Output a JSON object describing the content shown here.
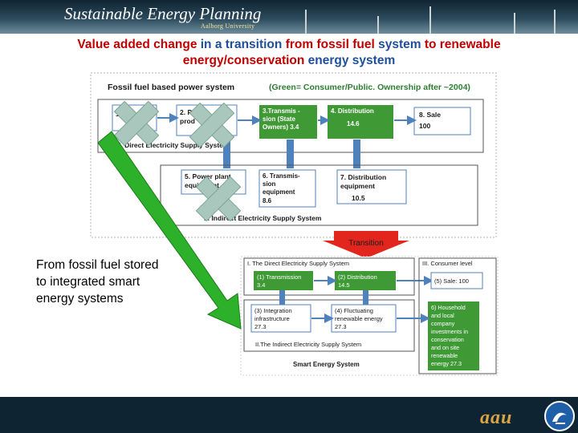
{
  "banner": {
    "title": "Sustainable Energy Planning",
    "subtitle": "Aalborg University"
  },
  "headline": {
    "part1": "Value added change ",
    "part2": "in a transition ",
    "part3": "from fossil fuel ",
    "part4": "system ",
    "part5": "to renewable energy/conservation ",
    "part6": "energy system"
  },
  "side_text": "From fossil fuel stored to integrated smart energy systems",
  "upper_diagram": {
    "title": "Fossil fuel based power system",
    "title_note": "(Green= Consumer/Public. Ownership after ~2004)",
    "box1": "1.",
    "box2_line1": "2. Power",
    "box2_line2": "prod",
    "box3_line1": "3.Transmis -",
    "box3_line2": "sion (State",
    "box3_line3": "Owners) 3.4",
    "box4_line1": "4. Distribution",
    "box4_value": "14.6",
    "box8_line1": "8. Sale",
    "box8_value": "100",
    "direct_label": "I. Direct Electricity Supply System",
    "box5_line1": "5. Power plant",
    "box5_line2": "equipment",
    "box6_line1": "6. Transmis-",
    "box6_line2": "sion",
    "box6_line3": "equipment",
    "box6_value": "8.6",
    "box7_line1": "7. Distribution",
    "box7_line2": "equipment",
    "box7_value": "10.5",
    "indirect_label": "II. Indirect Electricity Supply System"
  },
  "transition_label": "Transition",
  "lower_diagram": {
    "direct_label": "I. The Direct Electricity Supply System",
    "consumer_label": "III. Consumer level",
    "box1_line1": "(1) Transmission",
    "box1_value": "3.4",
    "box2_line1": "(2) Distribution",
    "box2_value": "14.5",
    "box5": "(5) Sale: 100",
    "box3_line1": "(3) Integration",
    "box3_line2": "infrastructure",
    "box3_value": "27.3",
    "box4_line1": "(4) Fluctuating",
    "box4_line2": "renewable energy",
    "box4_value": "27.3",
    "box6_lines": [
      "6) Household",
      "and local",
      "company",
      "investments in",
      "conservation",
      "and on site",
      "renewable",
      "energy 27.3"
    ],
    "indirect_label": "II.The Indirect Electricity Supply System",
    "smart_label": "Smart Energy System"
  },
  "colors": {
    "blue_box": "#4f81bd",
    "green_box": "#3f9a36",
    "cross": "#a9c7bd",
    "big_arrow": "#2db02a",
    "transition_arrow": "#e2261d"
  },
  "logo": {
    "text": "aau"
  }
}
